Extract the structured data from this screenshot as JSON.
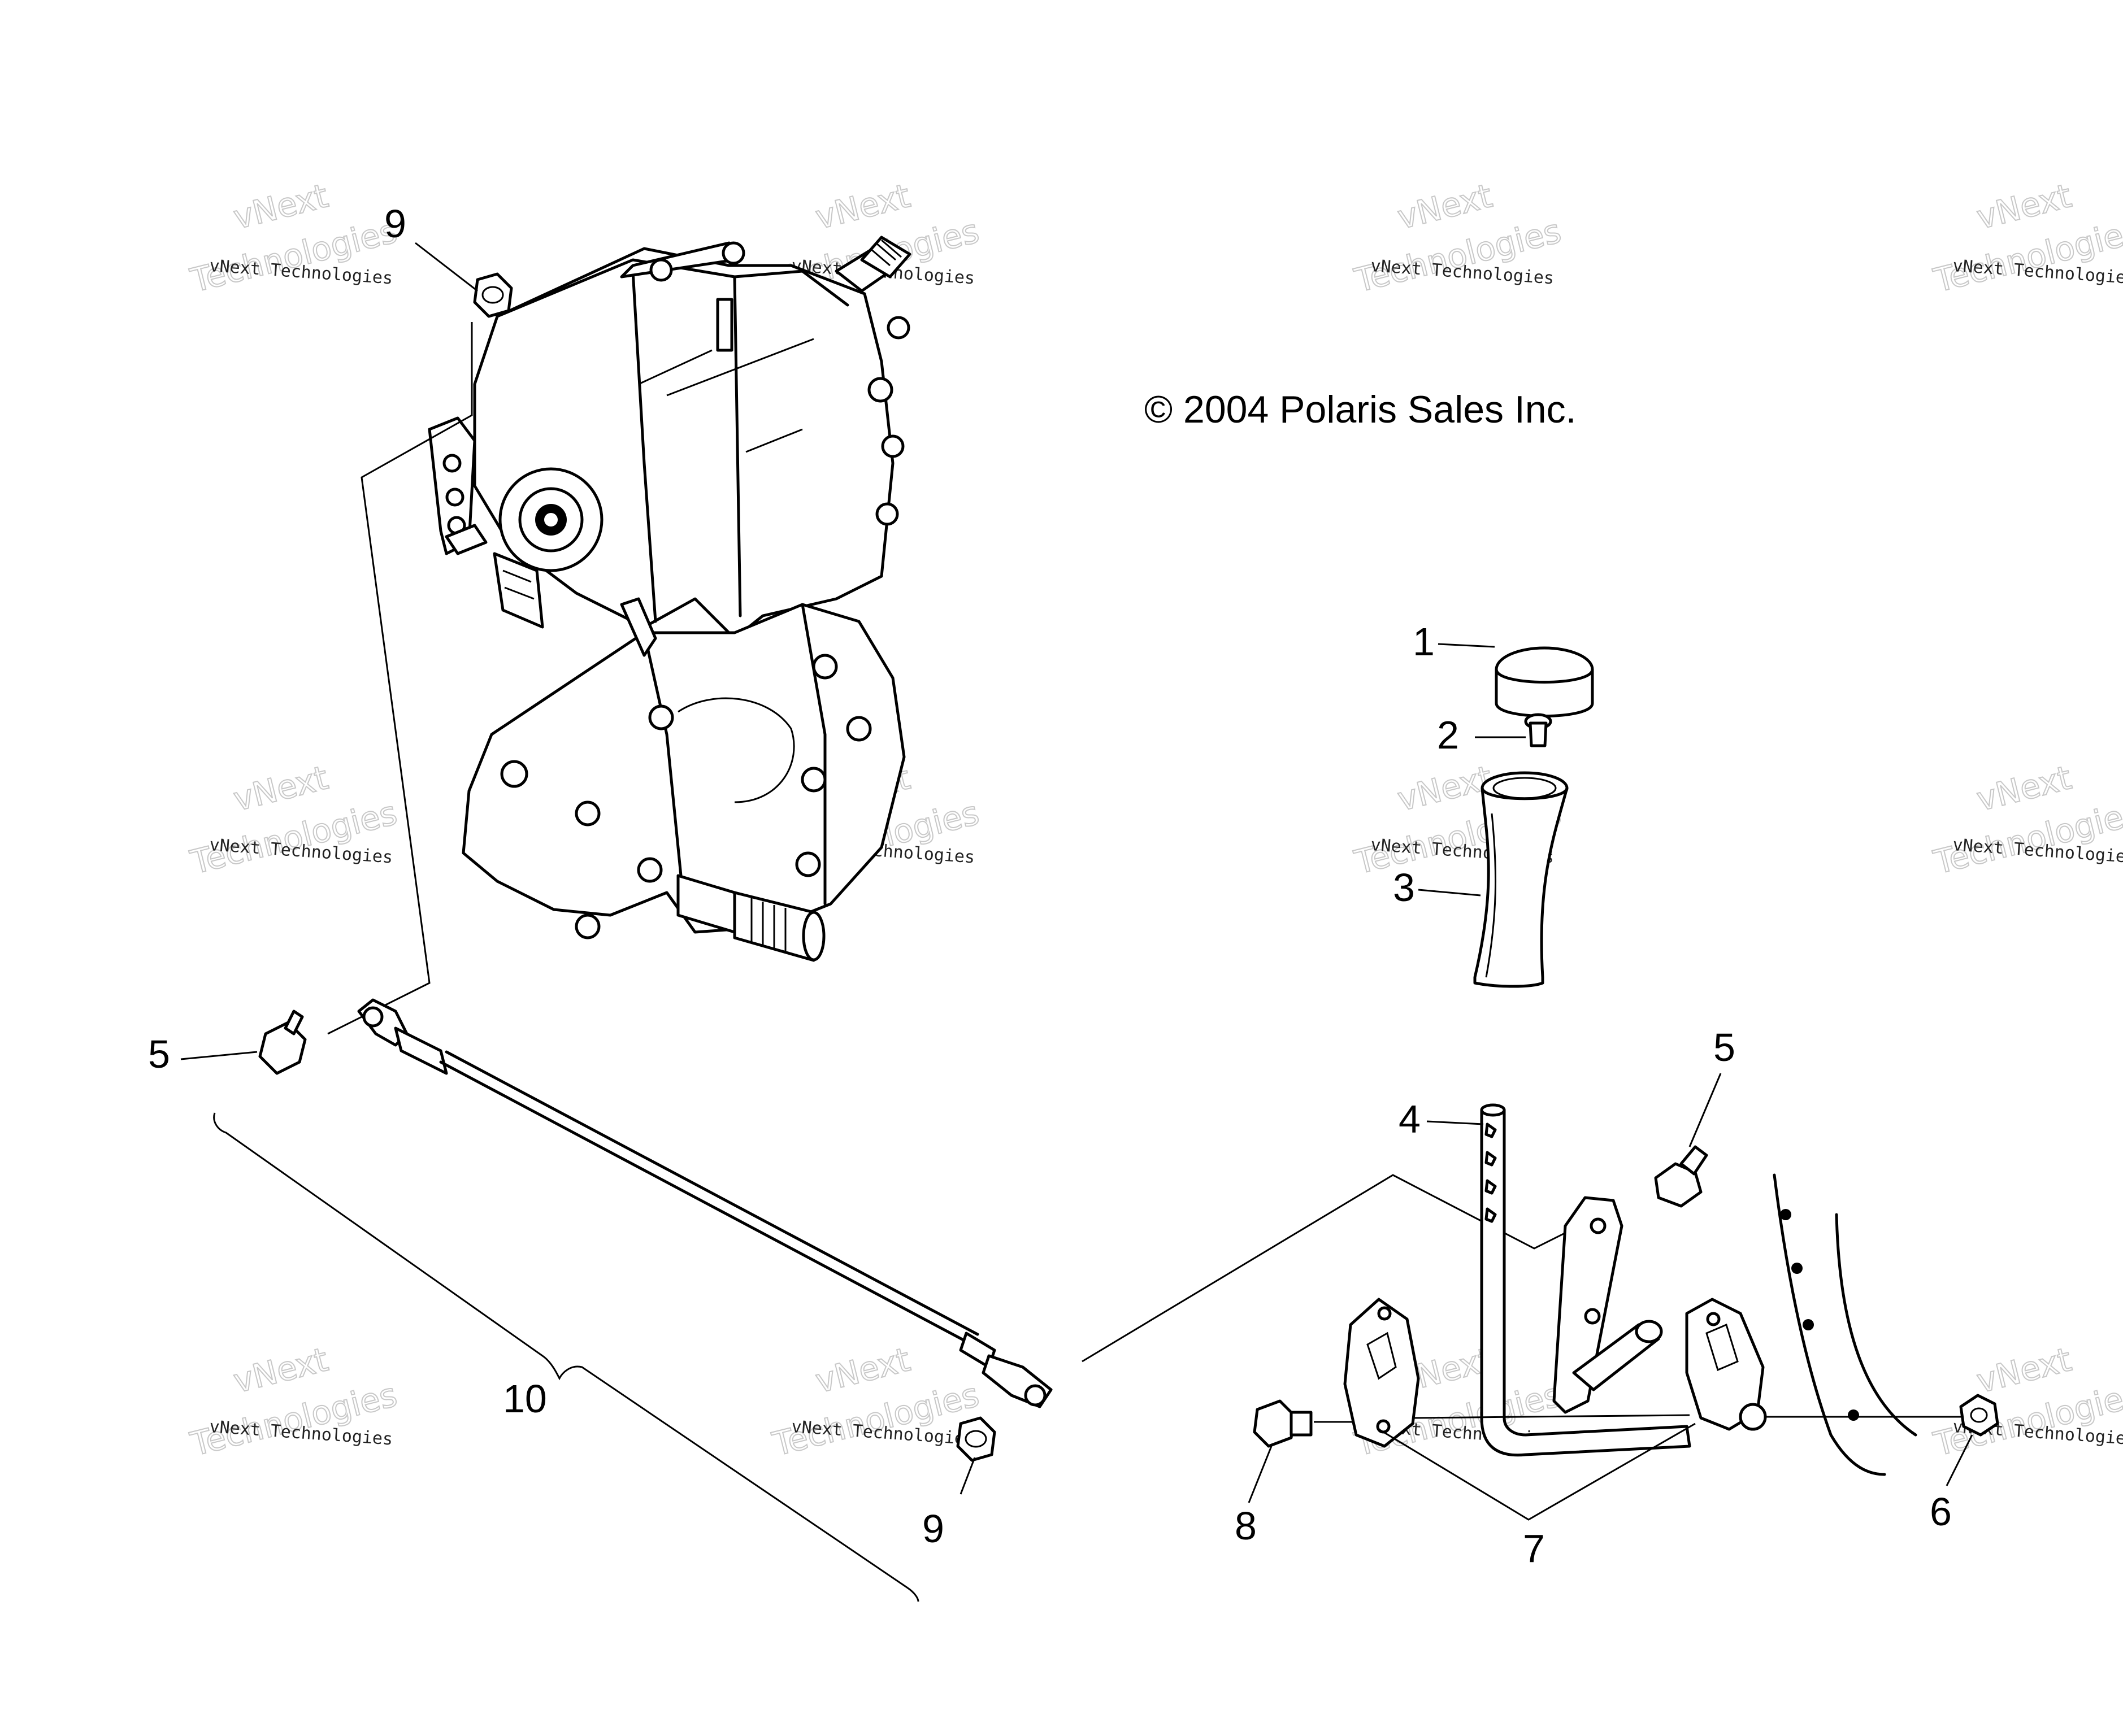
{
  "copyright": "© 2004 Polaris Sales Inc.",
  "watermark": {
    "line1": "vNext Technologies",
    "line2": "vNext",
    "line3": "Technologies"
  },
  "callouts": {
    "c1": "1",
    "c2": "2",
    "c3": "3",
    "c4": "4",
    "c5_left": "5",
    "c5_right": "5",
    "c6": "6",
    "c7": "7",
    "c8": "8",
    "c9_top": "9",
    "c9_bottom": "9",
    "c10": "10"
  }
}
